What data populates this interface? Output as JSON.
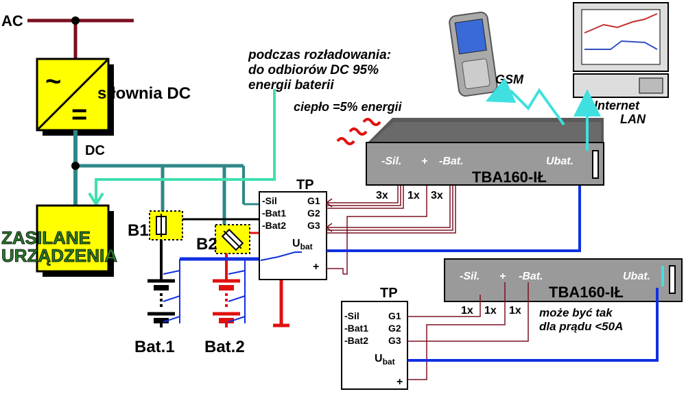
{
  "labels": {
    "ac": "AC",
    "dc": "DC",
    "silownia": "siłownia DC",
    "tilde": "~",
    "equals": "=",
    "zasilane_line1": "ZASILANE",
    "zasilane_line2": "URZĄDZENIA",
    "b1": "B1",
    "b2": "B2",
    "bat1": "Bat.1",
    "bat2": "Bat.2",
    "discharge_line1": "podczas rozładowania:",
    "discharge_line2": "do odbiorów DC  95%",
    "discharge_line3": "energii baterii",
    "heat": "ciepło =5% energii",
    "gsm": "GSM",
    "internet": "Internet",
    "lan": "LAN",
    "note_line1": "może być tak",
    "note_line2": "dla prądu <50A"
  },
  "tba_top": {
    "name": "TBA160-IŁ",
    "sil": "-Sil.",
    "plus": "+",
    "bat": "-Bat.",
    "ubat": "Ubat.",
    "mult_sil": "3x",
    "mult_plus": "1x",
    "mult_bat": "3x"
  },
  "tba_bottom": {
    "name": "TBA160-IŁ",
    "sil": "-Sil.",
    "plus": "+",
    "bat": "-Bat.",
    "ubat": "Ubat.",
    "mult_sil": "1x",
    "mult_plus": "1x",
    "mult_bat": "1x"
  },
  "tp_top": {
    "title": "TP",
    "sil": "-Sil",
    "bat1": "-Bat1",
    "bat2": "-Bat2",
    "g1": "G1",
    "g2": "G2",
    "g3": "G3",
    "ubat_u": "U",
    "ubat_sub": "bat",
    "plus": "+"
  },
  "tp_bottom": {
    "title": "TP",
    "sil": "-Sil",
    "bat1": "-Bat1",
    "bat2": "-Bat2",
    "g1": "G1",
    "g2": "G2",
    "g3": "G3",
    "ubat_u": "U",
    "ubat_sub": "bat",
    "plus": "+"
  },
  "colors": {
    "ac_line": "#7a1020",
    "dc_line": "#2f8888",
    "red": "#e01010",
    "blue": "#1030e0",
    "cyan": "#40e0e0",
    "green_text": "#2a7a2a",
    "yellow": "#ffff00",
    "device_gray": "#9a9a9a",
    "wire_dark": "#7a1020",
    "discharge_arrow": "#40e0b0"
  }
}
